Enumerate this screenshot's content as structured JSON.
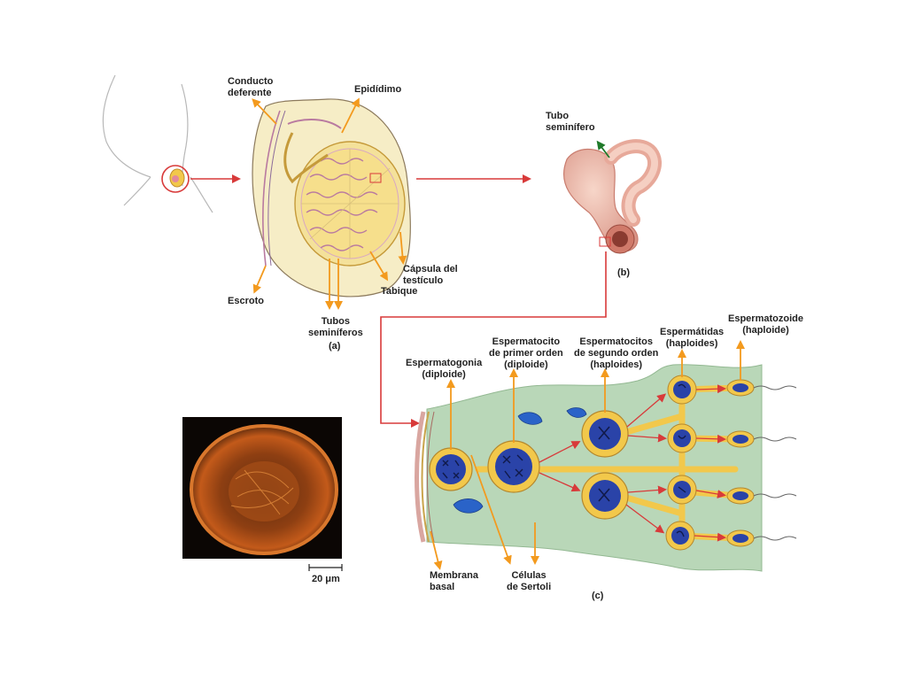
{
  "labels": {
    "conducto_deferente": [
      "Conducto",
      "deferente"
    ],
    "epididimo": "Epidídimo",
    "escroto": "Escroto",
    "tubos_seminiferos": [
      "Tubos",
      "seminíferos"
    ],
    "capsula": [
      "Cápsula del",
      "testículo"
    ],
    "tabique": "Tabique",
    "tubo_seminifero": [
      "Tubo",
      "seminífero"
    ],
    "espermatogonia": [
      "Espermatogonia",
      "(diploide)"
    ],
    "espermatocito_primer": [
      "Espermatocito",
      "de primer orden",
      "(diploide)"
    ],
    "espermatocitos_segundo": [
      "Espermatocitos",
      "de segundo orden",
      "(haploides)"
    ],
    "espermatidas": [
      "Espermátidas",
      "(haploides)"
    ],
    "espermatozoide": [
      "Espermatozoide",
      "(haploide)"
    ],
    "membrana_basal": [
      "Membrana",
      "basal"
    ],
    "celulas_sertoli": [
      "Células",
      "de Sertoli"
    ]
  },
  "panels": {
    "a": "(a)",
    "b": "(b)",
    "c": "(c)"
  },
  "scale_bar": "20 μm",
  "colors": {
    "arrow_orange": "#f39a1e",
    "arrow_red": "#d83a3a",
    "arrow_green": "#1f7a2a",
    "tissue_green": "#b9d7b8",
    "nucleus_blue": "#2a43a8",
    "cell_yellow": "#f2c84b",
    "photo_orange": "#c35a1a"
  }
}
